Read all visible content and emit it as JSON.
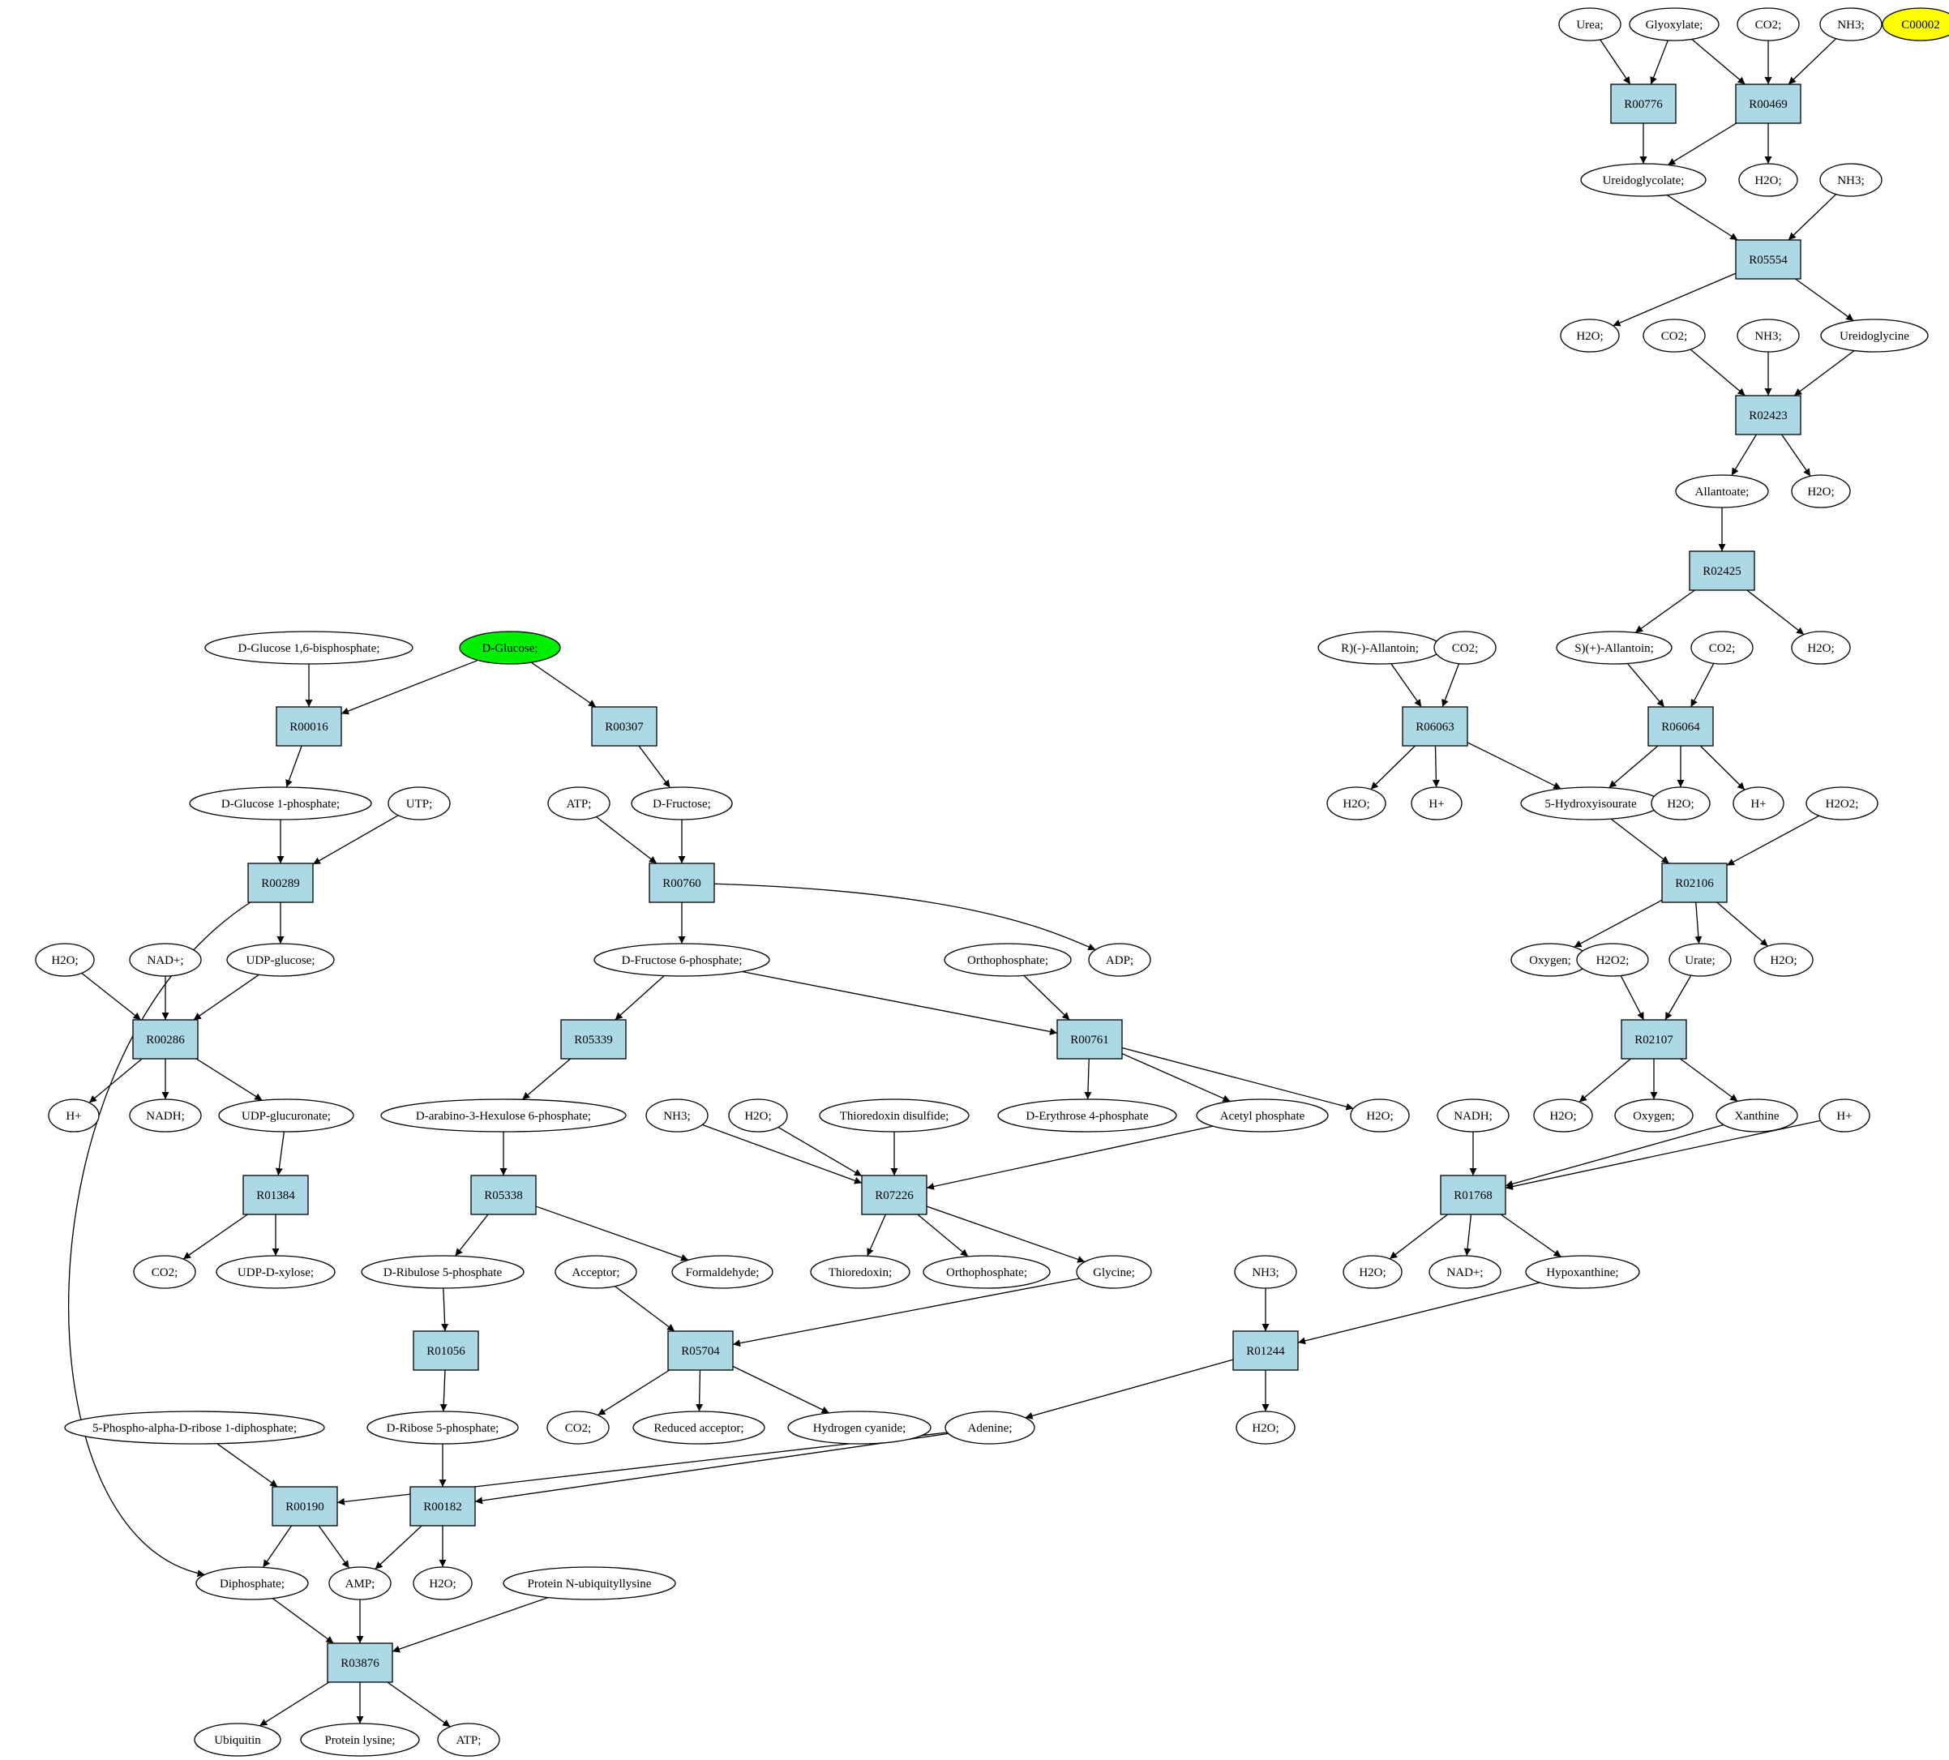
{
  "colors": {
    "start": "#00ee00",
    "target": "#ffff00",
    "reaction": "#add8e6"
  },
  "nodes": [
    {
      "id": "urea",
      "label": "Urea;",
      "type": "compound"
    },
    {
      "id": "glyoxylate",
      "label": "Glyoxylate;",
      "type": "compound"
    },
    {
      "id": "co2_a",
      "label": "CO2;",
      "type": "compound"
    },
    {
      "id": "nh3_a",
      "label": "NH3;",
      "type": "compound"
    },
    {
      "id": "c00002",
      "label": "C00002",
      "type": "compound",
      "highlight": "target"
    },
    {
      "id": "R00776",
      "label": "R00776",
      "type": "reaction"
    },
    {
      "id": "R00469",
      "label": "R00469",
      "type": "reaction"
    },
    {
      "id": "ureidoglycolate",
      "label": "Ureidoglycolate;",
      "type": "compound"
    },
    {
      "id": "h2o_a",
      "label": "H2O;",
      "type": "compound"
    },
    {
      "id": "nh3_b",
      "label": "NH3;",
      "type": "compound"
    },
    {
      "id": "R05554",
      "label": "R05554",
      "type": "reaction"
    },
    {
      "id": "h2o_b",
      "label": "H2O;",
      "type": "compound"
    },
    {
      "id": "co2_b",
      "label": "CO2;",
      "type": "compound"
    },
    {
      "id": "nh3_c",
      "label": "NH3;",
      "type": "compound"
    },
    {
      "id": "ureidoglycine",
      "label": "Ureidoglycine",
      "type": "compound"
    },
    {
      "id": "R02423",
      "label": "R02423",
      "type": "reaction"
    },
    {
      "id": "allantoate",
      "label": "Allantoate;",
      "type": "compound"
    },
    {
      "id": "h2o_c",
      "label": "H2O;",
      "type": "compound"
    },
    {
      "id": "R02425",
      "label": "R02425",
      "type": "reaction"
    },
    {
      "id": "r_allantoin",
      "label": "R)(-)-Allantoin;",
      "type": "compound"
    },
    {
      "id": "co2_c",
      "label": "CO2;",
      "type": "compound"
    },
    {
      "id": "s_allantoin",
      "label": "S)(+)-Allantoin;",
      "type": "compound"
    },
    {
      "id": "co2_d",
      "label": "CO2;",
      "type": "compound"
    },
    {
      "id": "h2o_d",
      "label": "H2O;",
      "type": "compound"
    },
    {
      "id": "R06063",
      "label": "R06063",
      "type": "reaction"
    },
    {
      "id": "R06064",
      "label": "R06064",
      "type": "reaction"
    },
    {
      "id": "h2o_e",
      "label": "H2O;",
      "type": "compound"
    },
    {
      "id": "hplus_a",
      "label": "H+",
      "type": "compound"
    },
    {
      "id": "hydroxyisourate",
      "label": "5-Hydroxyisourate",
      "type": "compound"
    },
    {
      "id": "h2o_f",
      "label": "H2O;",
      "type": "compound"
    },
    {
      "id": "hplus_b",
      "label": "H+",
      "type": "compound"
    },
    {
      "id": "h2o2_a",
      "label": "H2O2;",
      "type": "compound"
    },
    {
      "id": "R02106",
      "label": "R02106",
      "type": "reaction"
    },
    {
      "id": "oxygen_a",
      "label": "Oxygen;",
      "type": "compound"
    },
    {
      "id": "h2o2_b",
      "label": "H2O2;",
      "type": "compound"
    },
    {
      "id": "urate",
      "label": "Urate;",
      "type": "compound"
    },
    {
      "id": "h2o_g",
      "label": "H2O;",
      "type": "compound"
    },
    {
      "id": "R02107",
      "label": "R02107",
      "type": "reaction"
    },
    {
      "id": "h2o_h",
      "label": "H2O;",
      "type": "compound"
    },
    {
      "id": "oxygen_b",
      "label": "Oxygen;",
      "type": "compound"
    },
    {
      "id": "xanthine",
      "label": "Xanthine",
      "type": "compound"
    },
    {
      "id": "nadh_b",
      "label": "NADH;",
      "type": "compound"
    },
    {
      "id": "hplus_c",
      "label": "H+",
      "type": "compound"
    },
    {
      "id": "R01768",
      "label": "R01768",
      "type": "reaction"
    },
    {
      "id": "h2o_i",
      "label": "H2O;",
      "type": "compound"
    },
    {
      "id": "nadplus_b",
      "label": "NAD+;",
      "type": "compound"
    },
    {
      "id": "hypoxanthine",
      "label": "Hypoxanthine;",
      "type": "compound"
    },
    {
      "id": "nh3_d",
      "label": "NH3;",
      "type": "compound"
    },
    {
      "id": "R01244",
      "label": "R01244",
      "type": "reaction"
    },
    {
      "id": "h2o_j",
      "label": "H2O;",
      "type": "compound"
    },
    {
      "id": "adenine",
      "label": "Adenine;",
      "type": "compound"
    },
    {
      "id": "glc16bp",
      "label": "D-Glucose 1,6-bisphosphate;",
      "type": "compound"
    },
    {
      "id": "dglucose",
      "label": "D-Glucose;",
      "type": "compound",
      "highlight": "start"
    },
    {
      "id": "R00016",
      "label": "R00016",
      "type": "reaction"
    },
    {
      "id": "R00307",
      "label": "R00307",
      "type": "reaction"
    },
    {
      "id": "glc1p",
      "label": "D-Glucose 1-phosphate;",
      "type": "compound"
    },
    {
      "id": "utp",
      "label": "UTP;",
      "type": "compound"
    },
    {
      "id": "atp_a",
      "label": "ATP;",
      "type": "compound"
    },
    {
      "id": "dfructose",
      "label": "D-Fructose;",
      "type": "compound"
    },
    {
      "id": "R00289",
      "label": "R00289",
      "type": "reaction"
    },
    {
      "id": "R00760",
      "label": "R00760",
      "type": "reaction"
    },
    {
      "id": "h2o_k",
      "label": "H2O;",
      "type": "compound"
    },
    {
      "id": "nadplus_a",
      "label": "NAD+;",
      "type": "compound"
    },
    {
      "id": "udpglucose",
      "label": "UDP-glucose;",
      "type": "compound"
    },
    {
      "id": "fru6p",
      "label": "D-Fructose 6-phosphate;",
      "type": "compound"
    },
    {
      "id": "orthophosphate_a",
      "label": "Orthophosphate;",
      "type": "compound"
    },
    {
      "id": "adp",
      "label": "ADP;",
      "type": "compound"
    },
    {
      "id": "R00286",
      "label": "R00286",
      "type": "reaction"
    },
    {
      "id": "R05339",
      "label": "R05339",
      "type": "reaction"
    },
    {
      "id": "R00761",
      "label": "R00761",
      "type": "reaction"
    },
    {
      "id": "hplus_d",
      "label": "H+",
      "type": "compound"
    },
    {
      "id": "nadh_a",
      "label": "NADH;",
      "type": "compound"
    },
    {
      "id": "udpglucuronate",
      "label": "UDP-glucuronate;",
      "type": "compound"
    },
    {
      "id": "arabinohex",
      "label": "D-arabino-3-Hexulose 6-phosphate;",
      "type": "compound"
    },
    {
      "id": "nh3_e",
      "label": "NH3;",
      "type": "compound"
    },
    {
      "id": "h2o_l",
      "label": "H2O;",
      "type": "compound"
    },
    {
      "id": "thioredoxin_ds",
      "label": "Thioredoxin disulfide;",
      "type": "compound"
    },
    {
      "id": "ery4p",
      "label": "D-Erythrose 4-phosphate",
      "type": "compound"
    },
    {
      "id": "acetylphosphate",
      "label": "Acetyl phosphate",
      "type": "compound"
    },
    {
      "id": "h2o_m",
      "label": "H2O;",
      "type": "compound"
    },
    {
      "id": "R01384",
      "label": "R01384",
      "type": "reaction"
    },
    {
      "id": "R05338",
      "label": "R05338",
      "type": "reaction"
    },
    {
      "id": "R07226",
      "label": "R07226",
      "type": "reaction"
    },
    {
      "id": "co2_e",
      "label": "CO2;",
      "type": "compound"
    },
    {
      "id": "udpxylose",
      "label": "UDP-D-xylose;",
      "type": "compound"
    },
    {
      "id": "ribulose5p",
      "label": "D-Ribulose 5-phosphate",
      "type": "compound"
    },
    {
      "id": "acceptor",
      "label": "Acceptor;",
      "type": "compound"
    },
    {
      "id": "formaldehyde",
      "label": "Formaldehyde;",
      "type": "compound"
    },
    {
      "id": "thioredoxin",
      "label": "Thioredoxin;",
      "type": "compound"
    },
    {
      "id": "orthophosphate_b",
      "label": "Orthophosphate;",
      "type": "compound"
    },
    {
      "id": "glycine",
      "label": "Glycine;",
      "type": "compound"
    },
    {
      "id": "R01056",
      "label": "R01056",
      "type": "reaction"
    },
    {
      "id": "R05704",
      "label": "R05704",
      "type": "reaction"
    },
    {
      "id": "prpp",
      "label": "5-Phospho-alpha-D-ribose 1-diphosphate;",
      "type": "compound"
    },
    {
      "id": "ribose5p",
      "label": "D-Ribose 5-phosphate;",
      "type": "compound"
    },
    {
      "id": "co2_f",
      "label": "CO2;",
      "type": "compound"
    },
    {
      "id": "reducedacceptor",
      "label": "Reduced acceptor;",
      "type": "compound"
    },
    {
      "id": "hcn",
      "label": "Hydrogen cyanide;",
      "type": "compound"
    },
    {
      "id": "R00190",
      "label": "R00190",
      "type": "reaction"
    },
    {
      "id": "R00182",
      "label": "R00182",
      "type": "reaction"
    },
    {
      "id": "diphosphate",
      "label": "Diphosphate;",
      "type": "compound"
    },
    {
      "id": "amp",
      "label": "AMP;",
      "type": "compound"
    },
    {
      "id": "h2o_n",
      "label": "H2O;",
      "type": "compound"
    },
    {
      "id": "proteinubl",
      "label": "Protein N-ubiquityllysine",
      "type": "compound"
    },
    {
      "id": "R03876",
      "label": "R03876",
      "type": "reaction"
    },
    {
      "id": "ubiquitin",
      "label": "Ubiquitin",
      "type": "compound"
    },
    {
      "id": "proteinlysine",
      "label": "Protein lysine;",
      "type": "compound"
    },
    {
      "id": "atp_b",
      "label": "ATP;",
      "type": "compound"
    }
  ],
  "edges": [
    [
      "urea",
      "R00776"
    ],
    [
      "glyoxylate",
      "R00776"
    ],
    [
      "glyoxylate",
      "R00469"
    ],
    [
      "co2_a",
      "R00469"
    ],
    [
      "nh3_a",
      "R00469"
    ],
    [
      "R00776",
      "ureidoglycolate"
    ],
    [
      "R00469",
      "ureidoglycolate"
    ],
    [
      "R00469",
      "h2o_a"
    ],
    [
      "ureidoglycolate",
      "R05554"
    ],
    [
      "nh3_b",
      "R05554"
    ],
    [
      "R05554",
      "h2o_b"
    ],
    [
      "R05554",
      "ureidoglycine"
    ],
    [
      "co2_b",
      "R02423"
    ],
    [
      "nh3_c",
      "R02423"
    ],
    [
      "ureidoglycine",
      "R02423"
    ],
    [
      "R02423",
      "allantoate"
    ],
    [
      "R02423",
      "h2o_c"
    ],
    [
      "allantoate",
      "R02425"
    ],
    [
      "R02425",
      "s_allantoin"
    ],
    [
      "R02425",
      "h2o_d"
    ],
    [
      "r_allantoin",
      "R06063"
    ],
    [
      "co2_c",
      "R06063"
    ],
    [
      "s_allantoin",
      "R06064"
    ],
    [
      "co2_d",
      "R06064"
    ],
    [
      "R06063",
      "h2o_e"
    ],
    [
      "R06063",
      "hplus_a"
    ],
    [
      "R06063",
      "hydroxyisourate"
    ],
    [
      "R06064",
      "hydroxyisourate"
    ],
    [
      "R06064",
      "h2o_f"
    ],
    [
      "R06064",
      "hplus_b"
    ],
    [
      "hydroxyisourate",
      "R02106"
    ],
    [
      "h2o2_a",
      "R02106"
    ],
    [
      "R02106",
      "oxygen_a"
    ],
    [
      "R02106",
      "urate"
    ],
    [
      "R02106",
      "h2o_g"
    ],
    [
      "h2o2_b",
      "R02107"
    ],
    [
      "urate",
      "R02107"
    ],
    [
      "R02107",
      "h2o_h"
    ],
    [
      "R02107",
      "oxygen_b"
    ],
    [
      "R02107",
      "xanthine"
    ],
    [
      "nadh_b",
      "R01768"
    ],
    [
      "xanthine",
      "R01768"
    ],
    [
      "hplus_c",
      "R01768"
    ],
    [
      "R01768",
      "h2o_i"
    ],
    [
      "R01768",
      "nadplus_b"
    ],
    [
      "R01768",
      "hypoxanthine"
    ],
    [
      "nh3_d",
      "R01244"
    ],
    [
      "hypoxanthine",
      "R01244"
    ],
    [
      "R01244",
      "h2o_j"
    ],
    [
      "R01244",
      "adenine"
    ],
    [
      "glc16bp",
      "R00016"
    ],
    [
      "dglucose",
      "R00016"
    ],
    [
      "dglucose",
      "R00307"
    ],
    [
      "R00016",
      "glc1p"
    ],
    [
      "R00307",
      "dfructose"
    ],
    [
      "glc1p",
      "R00289"
    ],
    [
      "utp",
      "R00289"
    ],
    [
      "atp_a",
      "R00760"
    ],
    [
      "dfructose",
      "R00760"
    ],
    [
      "R00289",
      "udpglucose"
    ],
    [
      "R00289",
      "diphosphate"
    ],
    [
      "R00760",
      "fru6p"
    ],
    [
      "R00760",
      "adp"
    ],
    [
      "h2o_k",
      "R00286"
    ],
    [
      "nadplus_a",
      "R00286"
    ],
    [
      "udpglucose",
      "R00286"
    ],
    [
      "fru6p",
      "R05339"
    ],
    [
      "fru6p",
      "R00761"
    ],
    [
      "orthophosphate_a",
      "R00761"
    ],
    [
      "R00286",
      "hplus_d"
    ],
    [
      "R00286",
      "nadh_a"
    ],
    [
      "R00286",
      "udpglucuronate"
    ],
    [
      "R05339",
      "arabinohex"
    ],
    [
      "R00761",
      "ery4p"
    ],
    [
      "R00761",
      "acetylphosphate"
    ],
    [
      "R00761",
      "h2o_m"
    ],
    [
      "udpglucuronate",
      "R01384"
    ],
    [
      "arabinohex",
      "R05338"
    ],
    [
      "nh3_e",
      "R07226"
    ],
    [
      "h2o_l",
      "R07226"
    ],
    [
      "thioredoxin_ds",
      "R07226"
    ],
    [
      "acetylphosphate",
      "R07226"
    ],
    [
      "R01384",
      "co2_e"
    ],
    [
      "R01384",
      "udpxylose"
    ],
    [
      "R05338",
      "ribulose5p"
    ],
    [
      "R05338",
      "formaldehyde"
    ],
    [
      "R07226",
      "thioredoxin"
    ],
    [
      "R07226",
      "orthophosphate_b"
    ],
    [
      "R07226",
      "glycine"
    ],
    [
      "ribulose5p",
      "R01056"
    ],
    [
      "acceptor",
      "R05704"
    ],
    [
      "glycine",
      "R05704"
    ],
    [
      "R01056",
      "ribose5p"
    ],
    [
      "R05704",
      "co2_f"
    ],
    [
      "R05704",
      "reducedacceptor"
    ],
    [
      "R05704",
      "hcn"
    ],
    [
      "prpp",
      "R00190"
    ],
    [
      "adenine",
      "R00190"
    ],
    [
      "ribose5p",
      "R00182"
    ],
    [
      "adenine",
      "R00182"
    ],
    [
      "R00190",
      "diphosphate"
    ],
    [
      "R00190",
      "amp"
    ],
    [
      "R00182",
      "amp"
    ],
    [
      "R00182",
      "h2o_n"
    ],
    [
      "diphosphate",
      "R03876"
    ],
    [
      "amp",
      "R03876"
    ],
    [
      "proteinubl",
      "R03876"
    ],
    [
      "R03876",
      "ubiquitin"
    ],
    [
      "R03876",
      "proteinlysine"
    ],
    [
      "R03876",
      "atp_b"
    ]
  ]
}
